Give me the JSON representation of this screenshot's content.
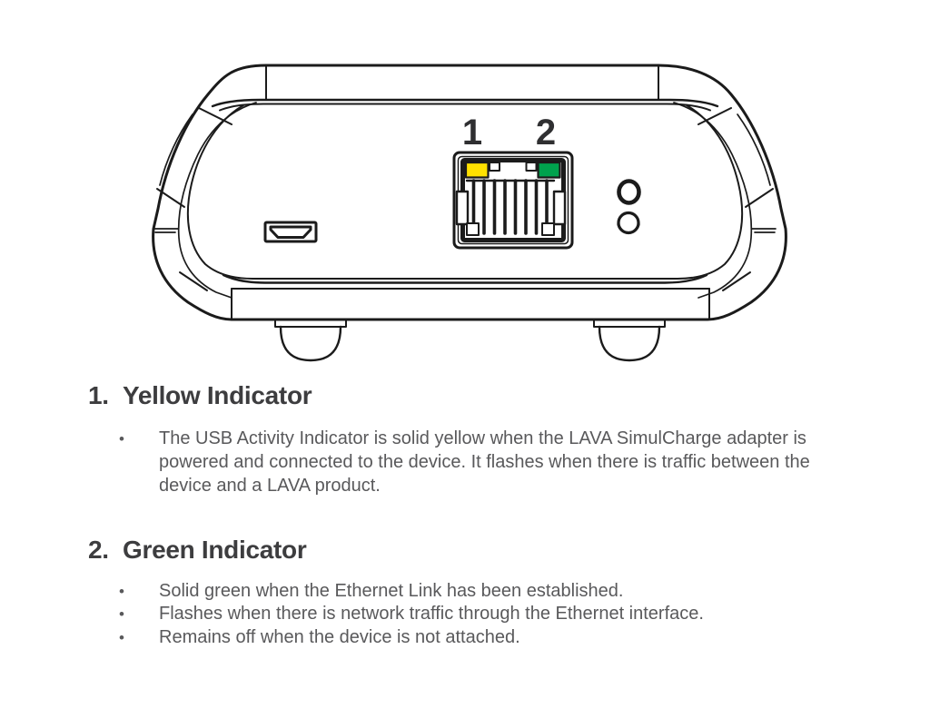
{
  "illustration": {
    "led_labels": {
      "yellow": "1",
      "green": "2"
    },
    "colors": {
      "line": "#1b1b1b",
      "yellow_led": "#ffe100",
      "green_led": "#00a24d",
      "label_text": "#2f2f31"
    }
  },
  "bullet_char": "•",
  "sections": [
    {
      "number": "1.",
      "title": "Yellow Indicator",
      "bullets": [
        {
          "lines": [
            "The USB Activity Indicator is solid yellow when the LAVA SimulCharge adapter is",
            "powered and connected to the device. It flashes when there is traffic between the",
            "device and a LAVA product."
          ]
        }
      ]
    },
    {
      "number": "2.",
      "title": "Green Indicator",
      "bullets": [
        {
          "lines": [
            "Solid green when the Ethernet Link has been established."
          ]
        },
        {
          "lines": [
            "Flashes when there is network traffic through the Ethernet interface."
          ]
        },
        {
          "lines": [
            "Remains off when the device is not attached."
          ]
        }
      ]
    }
  ]
}
